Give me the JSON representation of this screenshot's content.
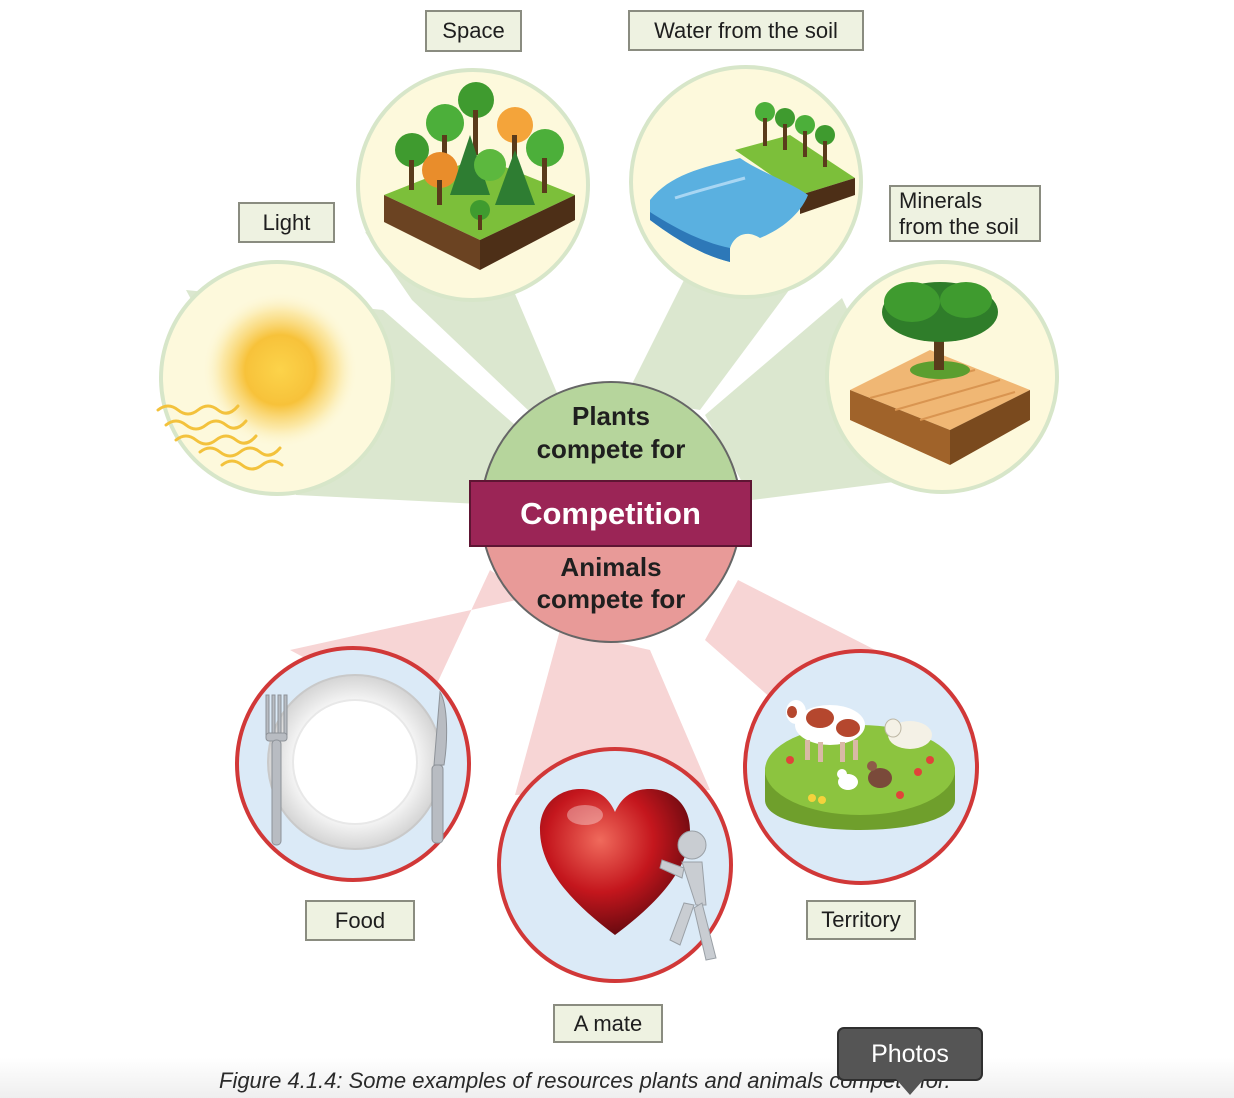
{
  "hub": {
    "plants_line1": "Plants",
    "plants_line2": "compete for",
    "center": "Competition",
    "animals_line1": "Animals",
    "animals_line2": "compete for"
  },
  "plant_resources": {
    "space": "Space",
    "water": "Water from the soil",
    "light": "Light",
    "minerals_line1": "Minerals",
    "minerals_line2": "from the soil"
  },
  "animal_resources": {
    "food": "Food",
    "mate": "A mate",
    "territory": "Territory"
  },
  "caption": "Figure 4.1.4: Some examples of resources plants and animals compete for.",
  "tooltip": "Photos",
  "colors": {
    "plant_wedge": "#dbe7cf",
    "plant_circle": "#fdf9dc",
    "plant_ring": "#d7e6c9",
    "plant_hub": "#b6d59c",
    "animal_wedge": "#f7d5d5",
    "animal_circle": "#dbeaf7",
    "animal_ring": "#d13838",
    "animal_hub": "#e89a98",
    "banner": "#9b2556"
  }
}
